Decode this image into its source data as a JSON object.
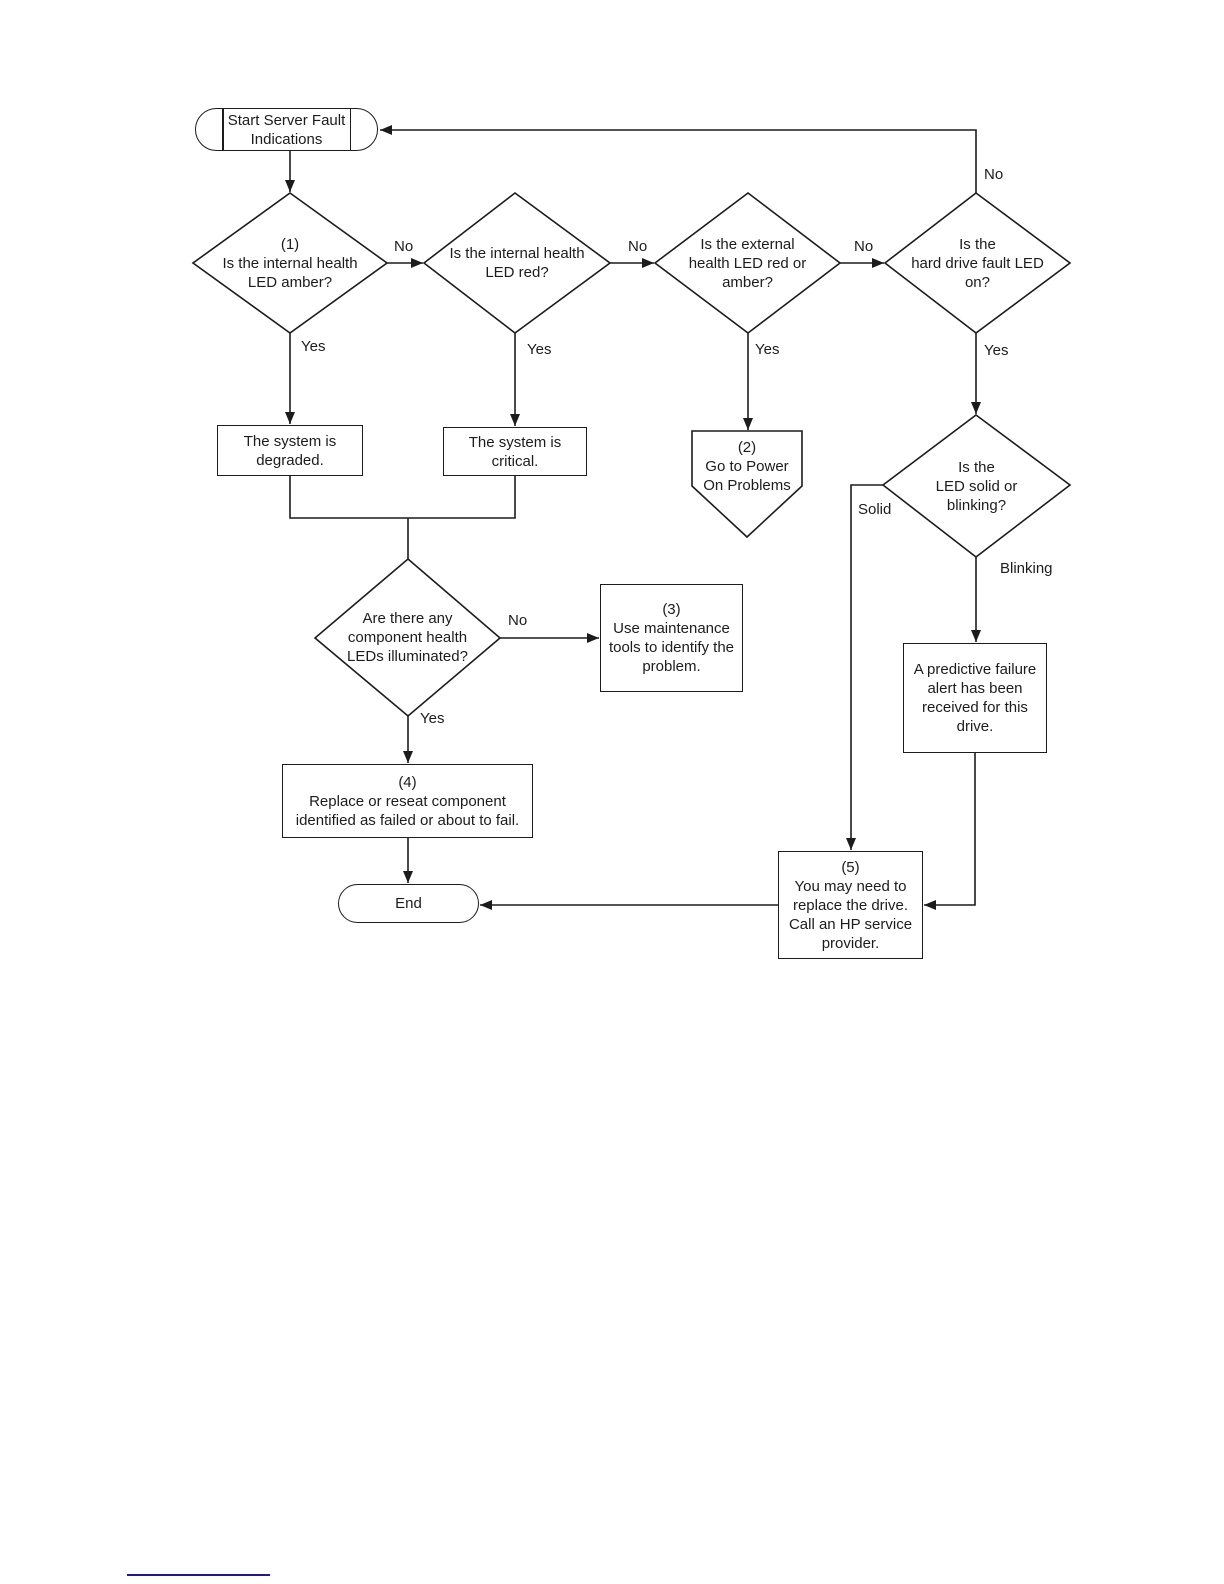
{
  "diagram": {
    "type": "flowchart",
    "nodes": {
      "start": {
        "shape": "terminator",
        "label": "Start Server Fault\nIndications"
      },
      "d1": {
        "shape": "decision",
        "label": "(1)\nIs the internal health\nLED amber?"
      },
      "d2": {
        "shape": "decision",
        "label": "Is the internal health\nLED red?"
      },
      "d3": {
        "shape": "decision",
        "label": "Is the external\nhealth LED red or\namber?"
      },
      "d4": {
        "shape": "decision",
        "label": "Is the\nhard drive fault LED\non?"
      },
      "degraded": {
        "shape": "process",
        "label": "The system is\ndegraded."
      },
      "critical": {
        "shape": "process",
        "label": "The system is\ncritical."
      },
      "power": {
        "shape": "offpage",
        "label": "(2)\nGo to Power\nOn Problems"
      },
      "d5": {
        "shape": "decision",
        "label": "Is the\nLED solid or\nblinking?"
      },
      "component": {
        "shape": "decision",
        "label": "Are there any\ncomponent health\nLEDs illuminated?"
      },
      "maintenance": {
        "shape": "process",
        "label": "(3)\nUse maintenance\ntools to identify the\nproblem."
      },
      "replace": {
        "shape": "process",
        "label": "(4)\nReplace or reseat component\nidentified as failed or about to fail."
      },
      "predictive": {
        "shape": "process",
        "label": "A predictive failure\nalert has been\nreceived for this\ndrive."
      },
      "drive": {
        "shape": "process",
        "label": "(5)\nYou may need to\nreplace the drive.\nCall an HP service\nprovider."
      },
      "end": {
        "shape": "terminator",
        "label": "End"
      }
    },
    "edge_labels": {
      "d1_no": "No",
      "d2_no": "No",
      "d3_no": "No",
      "d4_no": "No",
      "d1_yes": "Yes",
      "d2_yes": "Yes",
      "d3_yes": "Yes",
      "d4_yes": "Yes",
      "d5_solid": "Solid",
      "d5_blinking": "Blinking",
      "component_no": "No",
      "component_yes": "Yes"
    },
    "colors": {
      "line": "#1c1c1c",
      "text": "#1c1c1c",
      "node_fill": "#ffffff",
      "background": "#ffffff",
      "footer_rule": "#1b1b8e"
    }
  }
}
